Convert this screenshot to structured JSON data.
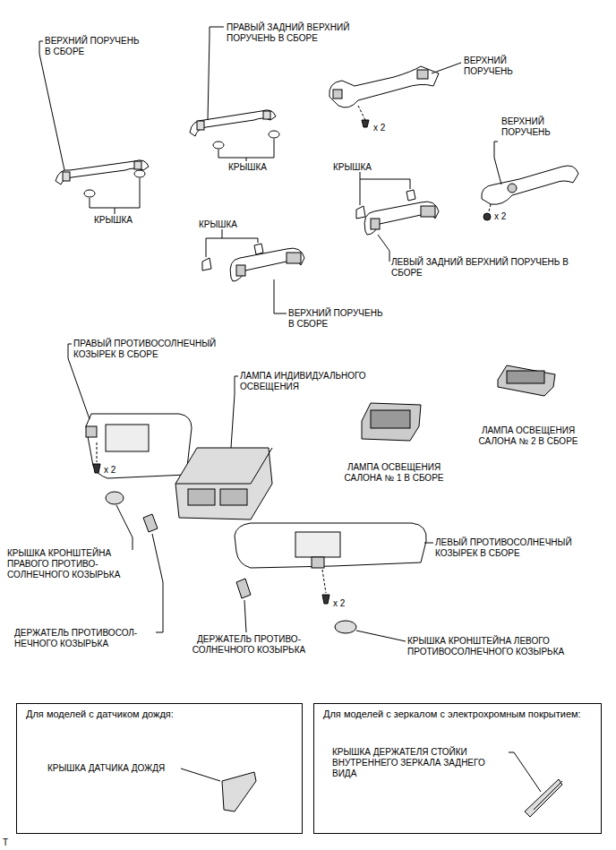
{
  "diagram": {
    "nodes": [
      {
        "text": [
          "Для моделей с датчиком дождя:",
          "КРЫШКА ДАТЧИКА ДОЖДЯ"
        ]
      },
      {
        "text": [
          "Для моделей с зеркалом с электрохромным покрытием:",
          "КРЫШКА ДЕРЖАТЕЛЯ СТОЙКИ ВНУТРЕННЕГО ЗЕРКАЛА ЗАДНЕГО ВИДА"
        ]
      }
    ],
    "labels": [
      "ВЕРХНИЙ ПОРУЧЕНЬ В СБОРЕ",
      "ПРАВЫЙ ЗАДНИЙ ВЕРХНИЙ ПОРУЧЕНЬ В СБОРЕ",
      "ВЕРХНИЙ ПОРУЧЕНЬ",
      "x 2",
      "ВЕРХНИЙ ПОРУЧЕНЬ",
      "КРЫШКА",
      "КРЫШКА",
      "КРЫШКА",
      "КРЫШКА",
      "x 2",
      "ЛЕВЫЙ ЗАДНИЙ ВЕРХНИЙ ПОРУЧЕНЬ В СБОРЕ",
      "ВЕРХНИЙ ПОРУЧЕНЬ В СБОРЕ",
      "ПРАВЫЙ ПРОТИВОСОЛНЕЧНЫЙ КОЗЫРЕК В СБОРЕ",
      "ЛАМПА ИНДИВИДУАЛЬНОГО ОСВЕЩЕНИЯ",
      "ЛАМПА ОСВЕЩЕНИЯ САЛОНА № 2 В СБОРЕ",
      "x 2",
      "ЛАМПА ОСВЕЩЕНИЯ САЛОНА № 1 В СБОРЕ",
      "КРЫШКА КРОНШТЕЙНА ПРАВОГО ПРОТИВО- СОЛНЕЧНОГО КОЗЫРЬКА",
      "ЛЕВЫЙ ПРОТИВОСОЛНЕЧНЫЙ КОЗЫРЕК В СБОРЕ",
      "x 2",
      "ДЕРЖАТЕЛЬ ПРОТИВОСОЛ- НЕЧНОГО КОЗЫРЬКА",
      "ДЕРЖАТЕЛЬ ПРОТИВО- СОЛНЕЧНОГО КОЗЫРЬКА",
      "КРЫШКА КРОНШТЕЙНА ЛЕВОГО ПРОТИВОСОЛНЕЧНОГО КОЗЫРЬКА",
      "T"
    ]
  }
}
